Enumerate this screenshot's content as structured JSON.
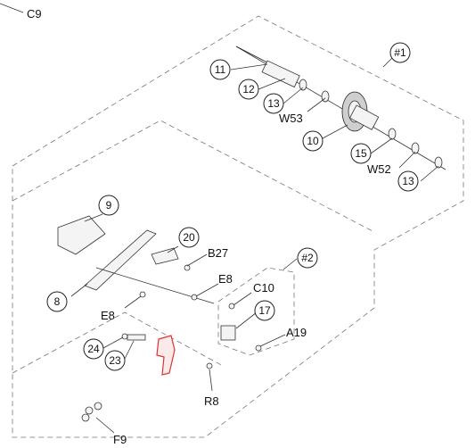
{
  "figure_code": "C9",
  "callouts": {
    "c11": "11",
    "c12": "12",
    "c13a": "13",
    "c10": "10",
    "c15": "15",
    "c13b": "13",
    "c9": "9",
    "c20": "20",
    "c8": "8",
    "c17": "17",
    "c24": "24",
    "c23": "23"
  },
  "assembly_markers": {
    "g1": "#1",
    "g2": "#2"
  },
  "text_labels": {
    "w53": "W53",
    "w52": "W52",
    "b27": "B27",
    "e8a": "E8",
    "c10": "C10",
    "e8b": "E8",
    "a19": "A19",
    "r8": "R8",
    "f9": "F9"
  }
}
